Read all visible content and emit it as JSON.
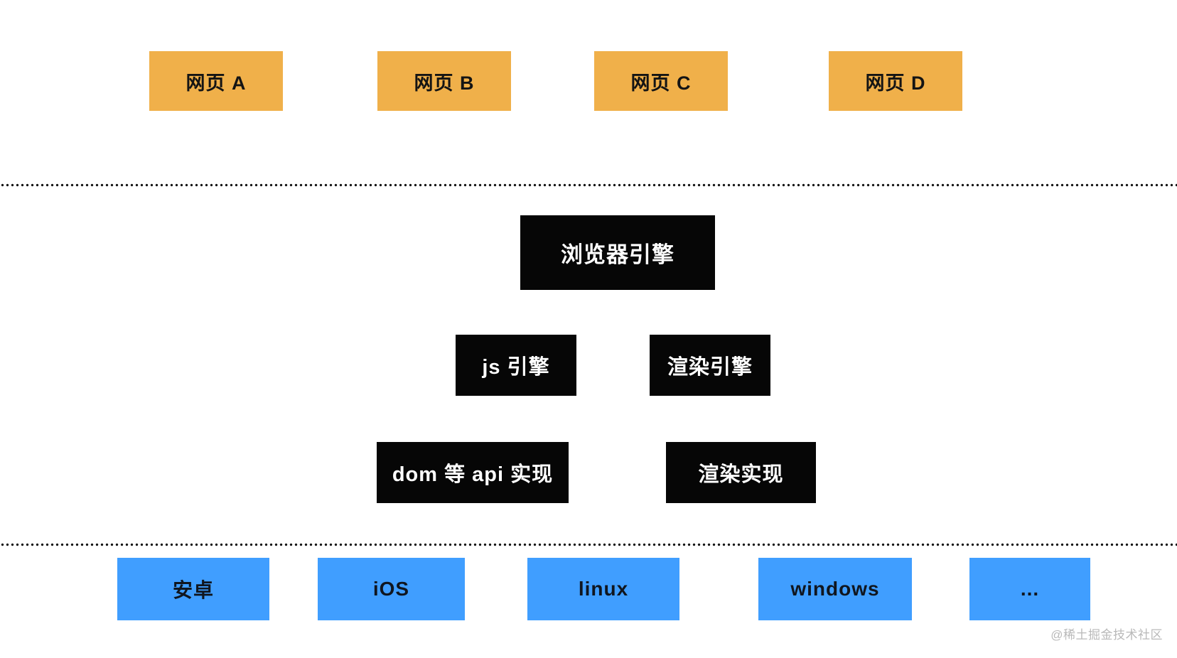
{
  "pages": [
    {
      "label": "网页 A"
    },
    {
      "label": "网页 B"
    },
    {
      "label": "网页 C"
    },
    {
      "label": "网页 D"
    }
  ],
  "engines": {
    "browser_engine": "浏览器引擎",
    "js_engine": "js 引擎",
    "render_engine": "渲染引擎",
    "dom_api": "dom 等 api 实现",
    "render_impl": "渲染实现"
  },
  "platforms": [
    {
      "label": "安卓"
    },
    {
      "label": "iOS"
    },
    {
      "label": "linux"
    },
    {
      "label": "windows"
    },
    {
      "label": "..."
    }
  ],
  "watermark": "@稀土掘金技术社区",
  "colors": {
    "page_box": "#F0B04A",
    "engine_box": "#060606",
    "platform_box": "#409EFF",
    "dot": "#141414",
    "watermark": "#B9B9B9"
  }
}
